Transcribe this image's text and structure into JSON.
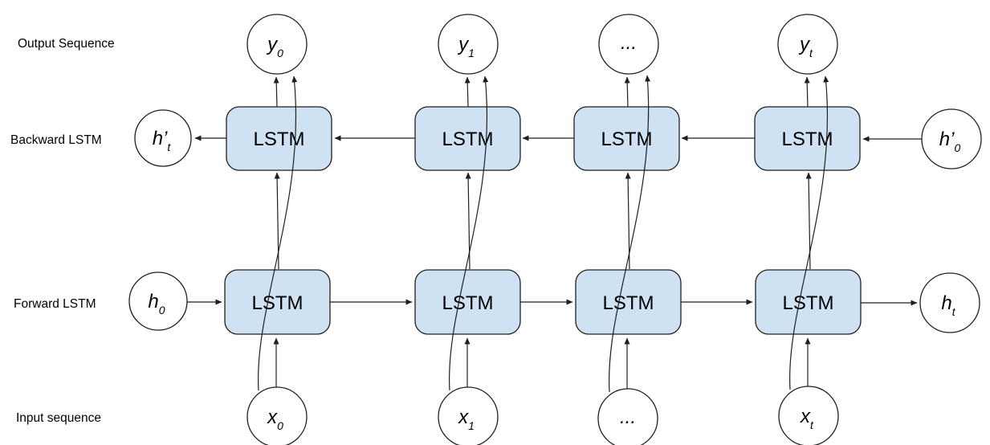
{
  "diagram_type": "bidirectional-lstm-network",
  "row_labels": {
    "output": "Output Sequence",
    "backward": "Backward LSTM",
    "forward": "Forward LSTM",
    "input": "Input sequence"
  },
  "box_label": "LSTM",
  "nodes": {
    "output": [
      {
        "main": "y",
        "sub": "0"
      },
      {
        "main": "y",
        "sub": "1"
      },
      {
        "main": "...",
        "sub": ""
      },
      {
        "main": "y",
        "sub": "t"
      }
    ],
    "input": [
      {
        "main": "x",
        "sub": "0"
      },
      {
        "main": "x",
        "sub": "1"
      },
      {
        "main": "...",
        "sub": ""
      },
      {
        "main": "x",
        "sub": "t"
      }
    ],
    "backward_states": {
      "left": {
        "main": "h’",
        "sub": "t"
      },
      "right": {
        "main": "h’",
        "sub": "0"
      }
    },
    "forward_states": {
      "left": {
        "main": "h",
        "sub": "0"
      },
      "right": {
        "main": "h",
        "sub": "t"
      }
    }
  },
  "colors": {
    "box_fill": "#cfe2f3",
    "box_stroke": "#1f1f1f",
    "line": "#1f1f1f",
    "circle_fill": "#ffffff",
    "background": "#ffffff",
    "text": "#000000"
  }
}
